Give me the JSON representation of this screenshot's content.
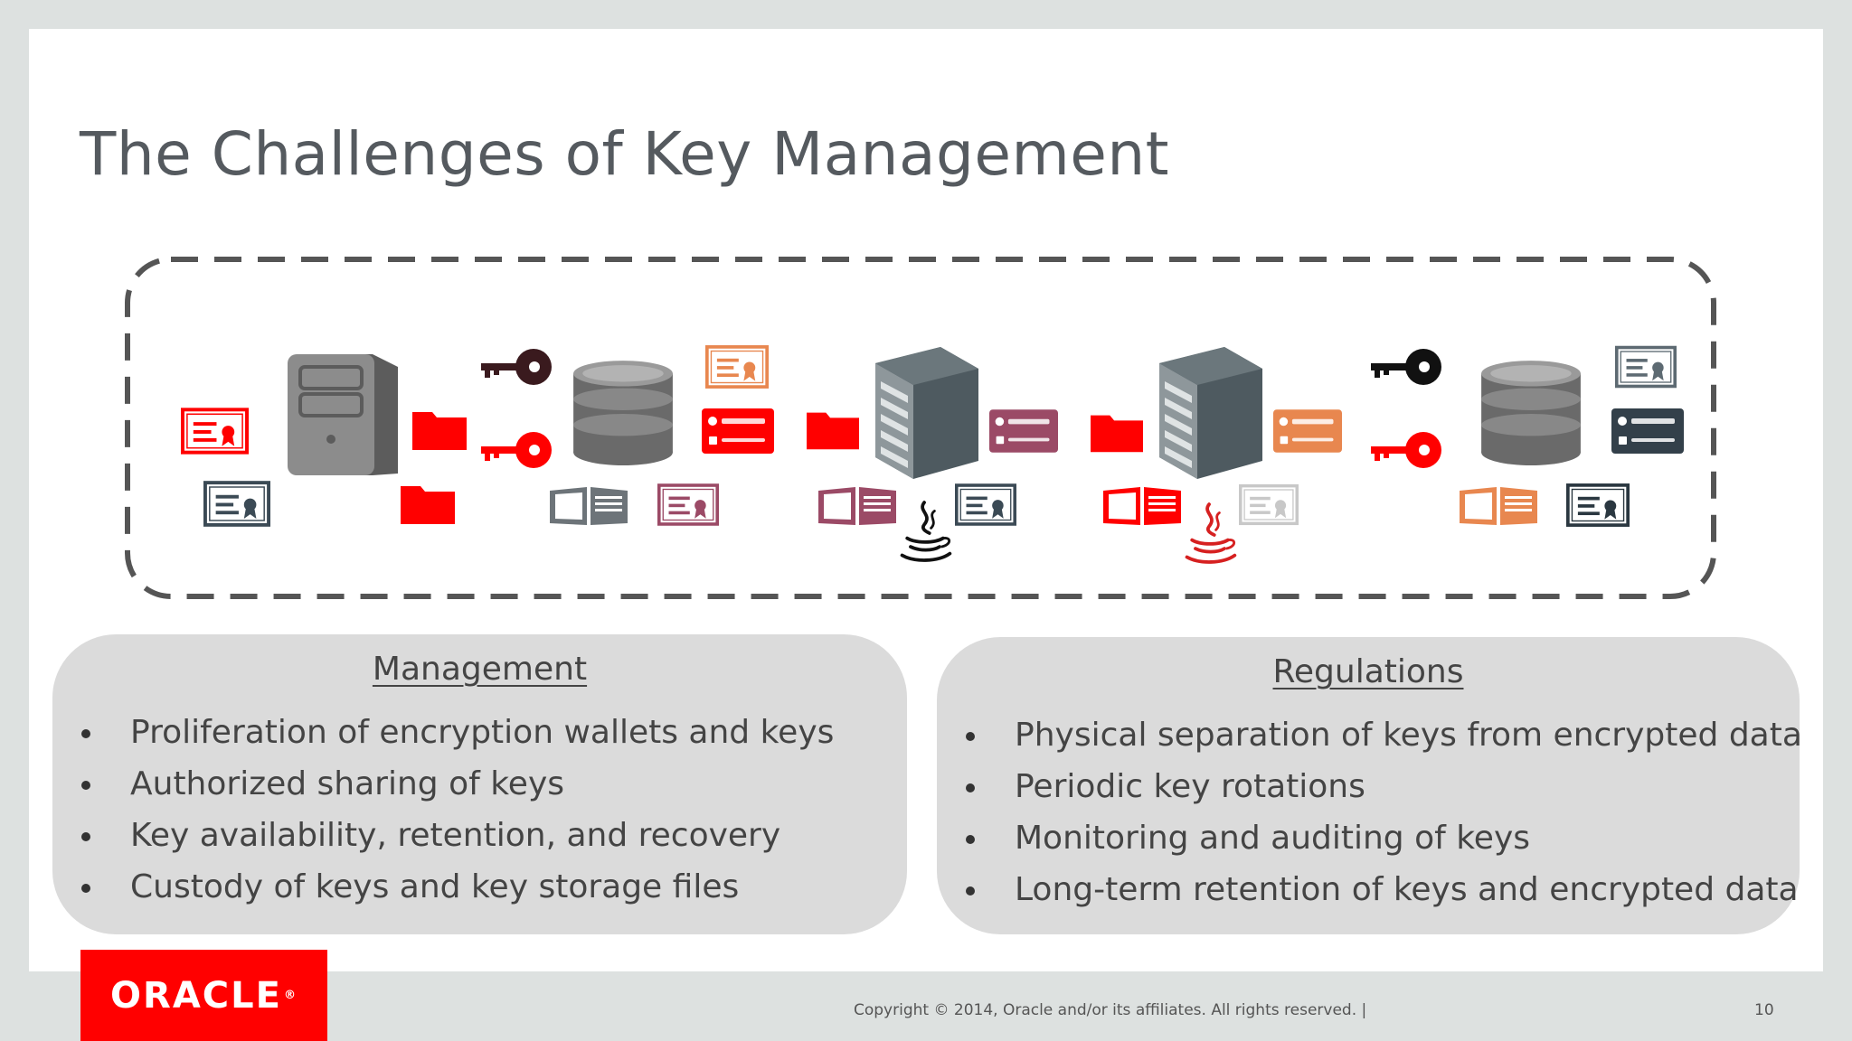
{
  "slide": {
    "title": "The Challenges of Key Management",
    "page_number": "10",
    "footer": "Copyright © 2014, Oracle and/or its affiliates. All rights reserved.  |",
    "logo_text": "ORACLE",
    "logo_mark": "®"
  },
  "diagram": {
    "icons": [
      "certificate-icon",
      "server-tower-icon",
      "folder-icon",
      "key-icon",
      "database-icon",
      "id-card-icon",
      "wallet-icon",
      "rack-server-icon",
      "java-logo-icon"
    ]
  },
  "management": {
    "heading": "Management",
    "items": [
      "Proliferation of encryption wallets and keys",
      "Authorized sharing of keys",
      "Key availability, retention, and recovery",
      "Custody of keys and key storage files"
    ]
  },
  "regulations": {
    "heading": "Regulations",
    "items": [
      "Physical separation of keys from encrypted data",
      "Periodic key rotations",
      "Monitoring and auditing of keys",
      "Long-term retention of keys and encrypted data"
    ]
  },
  "colors": {
    "accent_red": "#ff0000",
    "dark_red": "#3a1a1e",
    "orange": "#e8874f",
    "plum": "#9b4a66",
    "steel_blue": "#3b4a55",
    "gray": "#8a8a8a"
  }
}
